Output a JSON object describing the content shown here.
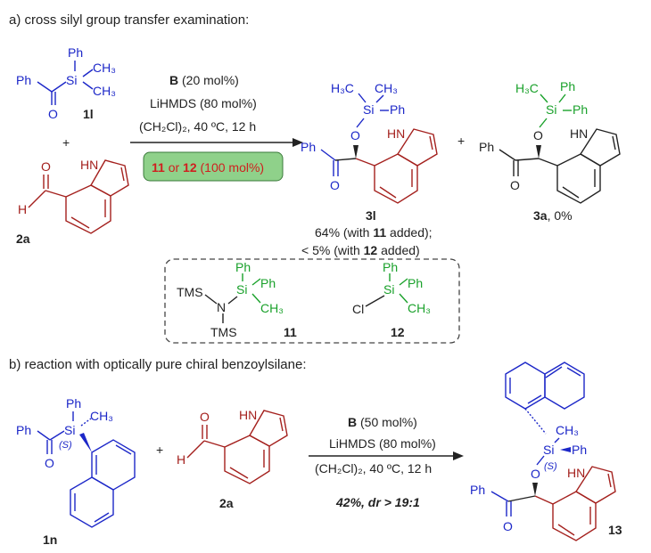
{
  "section_a": {
    "heading": "a) cross silyl group transfer examination:",
    "reactant_1l": {
      "ph": "Ph",
      "ph_si": "Ph",
      "si": "Si",
      "me1": "CH₃",
      "me2": "CH₃",
      "o": "O",
      "label": "1l"
    },
    "plus": "+",
    "reactant_2a": {
      "o": "O",
      "h": "H",
      "nh": "HN",
      "label": "2a"
    },
    "conditions": {
      "catalyst_bold": "B",
      "catalyst_rest": " (20 mol%)",
      "base": "LiHMDS (80 mol%)",
      "solvent": "(CH₂Cl)₂, 40 ºC, 12 h",
      "additive_11": "11",
      "additive_or": " or ",
      "additive_12": "12",
      "additive_amount": " (100 mol%)"
    },
    "product_3l": {
      "h3c": "H₃C",
      "ch3": "CH₃",
      "si": "Si",
      "ph_si": "Ph",
      "o": "O",
      "nh": "HN",
      "ph": "Ph",
      "co": "O",
      "label": "3l",
      "yield_1": "64% (with ",
      "yield_1_num": "11",
      "yield_1_end": " added);",
      "yield_2": "< 5% (with ",
      "yield_2_num": "12",
      "yield_2_end": " added)"
    },
    "plus2": "+",
    "product_3a": {
      "h3c": "H₃C",
      "ph1": "Ph",
      "si": "Si",
      "ph2": "Ph",
      "o": "O",
      "nh": "HN",
      "ph": "Ph",
      "co": "O",
      "label": "3a",
      "yield": ", 0%"
    },
    "box": {
      "c11": {
        "tms1": "TMS",
        "n": "N",
        "tms2": "TMS",
        "si": "Si",
        "ph1": "Ph",
        "ph2": "Ph",
        "ch3": "CH₃",
        "label": "11"
      },
      "c12": {
        "cl": "Cl",
        "si": "Si",
        "ph1": "Ph",
        "ph2": "Ph",
        "ch3": "CH₃",
        "label": "12"
      }
    }
  },
  "section_b": {
    "heading": "b) reaction with optically pure chiral benzoylsilane:",
    "reactant_1n": {
      "ph": "Ph",
      "ph_si": "Ph",
      "si": "Si",
      "ch3": "CH₃",
      "s": "(S)",
      "o": "O",
      "label": "1n"
    },
    "plus": "+",
    "reactant_2a": {
      "o": "O",
      "h": "H",
      "nh": "HN",
      "label": "2a"
    },
    "conditions": {
      "catalyst_bold": "B",
      "catalyst_rest": " (50 mol%)",
      "base": "LiHMDS (80 mol%)",
      "solvent": "(CH₂Cl)₂, 40 ºC, 12 h",
      "result": "42%, dr > 19:1"
    },
    "product_13": {
      "ch3": "CH₃",
      "si": "Si",
      "ph_si": "Ph",
      "s": "(S)",
      "o": "O",
      "nh": "HN",
      "ph": "Ph",
      "co": "O",
      "label": "13"
    }
  },
  "colors": {
    "blue": "#1c27c8",
    "red": "#a4201d",
    "green": "#1aa12b",
    "additive_red": "#d01f1f",
    "highlight": "#8fd18a"
  }
}
